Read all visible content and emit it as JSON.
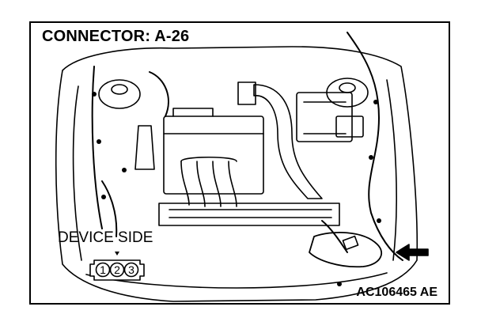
{
  "diagram": {
    "title": "CONNECTOR: A-26",
    "view_label": "DEVICE SIDE",
    "figure_code": "AC106465 AE",
    "connector_pins": [
      "1",
      "2",
      "3"
    ]
  }
}
